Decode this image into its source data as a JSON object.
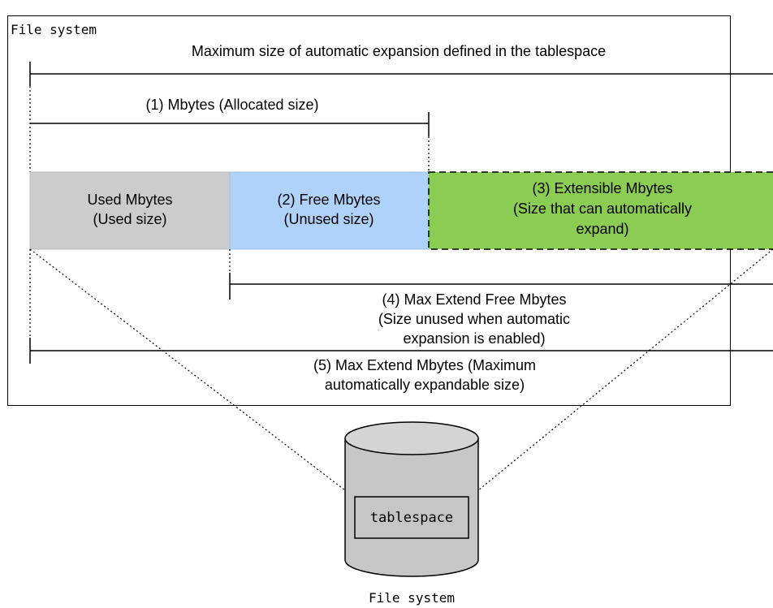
{
  "outer_box": {
    "label": "File system",
    "heading": "Maximum size of automatic expansion defined in the tablespace"
  },
  "dimension_allocated": {
    "label": "(1) Mbytes (Allocated size)"
  },
  "segments": {
    "used": {
      "line1": "Used Mbytes",
      "line2": "(Used size)",
      "color": "#cccccc"
    },
    "free": {
      "line1": "(2) Free Mbytes",
      "line2": "(Unused size)",
      "color": "#aed2fa"
    },
    "extensible": {
      "line1": "(3) Extensible Mbytes",
      "line2": "(Size that can automatically",
      "line3": "expand)",
      "color": "#8bcd52"
    }
  },
  "dimension_max_extend_free": {
    "line1": "(4) Max Extend Free Mbytes",
    "line2": "(Size unused when automatic",
    "line3": "expansion is enabled)"
  },
  "dimension_max_extend": {
    "line1": "(5) Max Extend Mbytes (Maximum",
    "line2": "automatically expandable size)"
  },
  "cylinder": {
    "inner_label": "tablespace",
    "caption": "File system"
  }
}
